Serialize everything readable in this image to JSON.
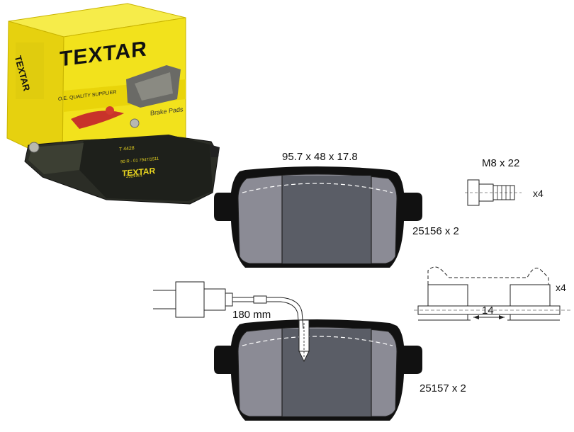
{
  "product": {
    "brand": "TEXTAR",
    "box_tagline": "O.E. QUALITY SUPPLIER",
    "box_subtitle": "Brake Pads",
    "pad_part": "T 4428",
    "pad_code1": "90 R - 01 7947/1511",
    "pad_code2": "2521901"
  },
  "labels": {
    "dimensions": "95.7 x 48 x 17.8",
    "bolt_size": "M8 x 22",
    "bolt_qty": "x4",
    "front_pad": "25156 x 2",
    "sensor_length": "180 mm",
    "clip_width": "14",
    "clip_qty": "x4",
    "rear_pad": "25157 x 2"
  },
  "colors": {
    "box_yellow": "#f2e21c",
    "pad_outer": "#8b8b95",
    "pad_center": "#5a5d66",
    "backing": "#111111"
  }
}
